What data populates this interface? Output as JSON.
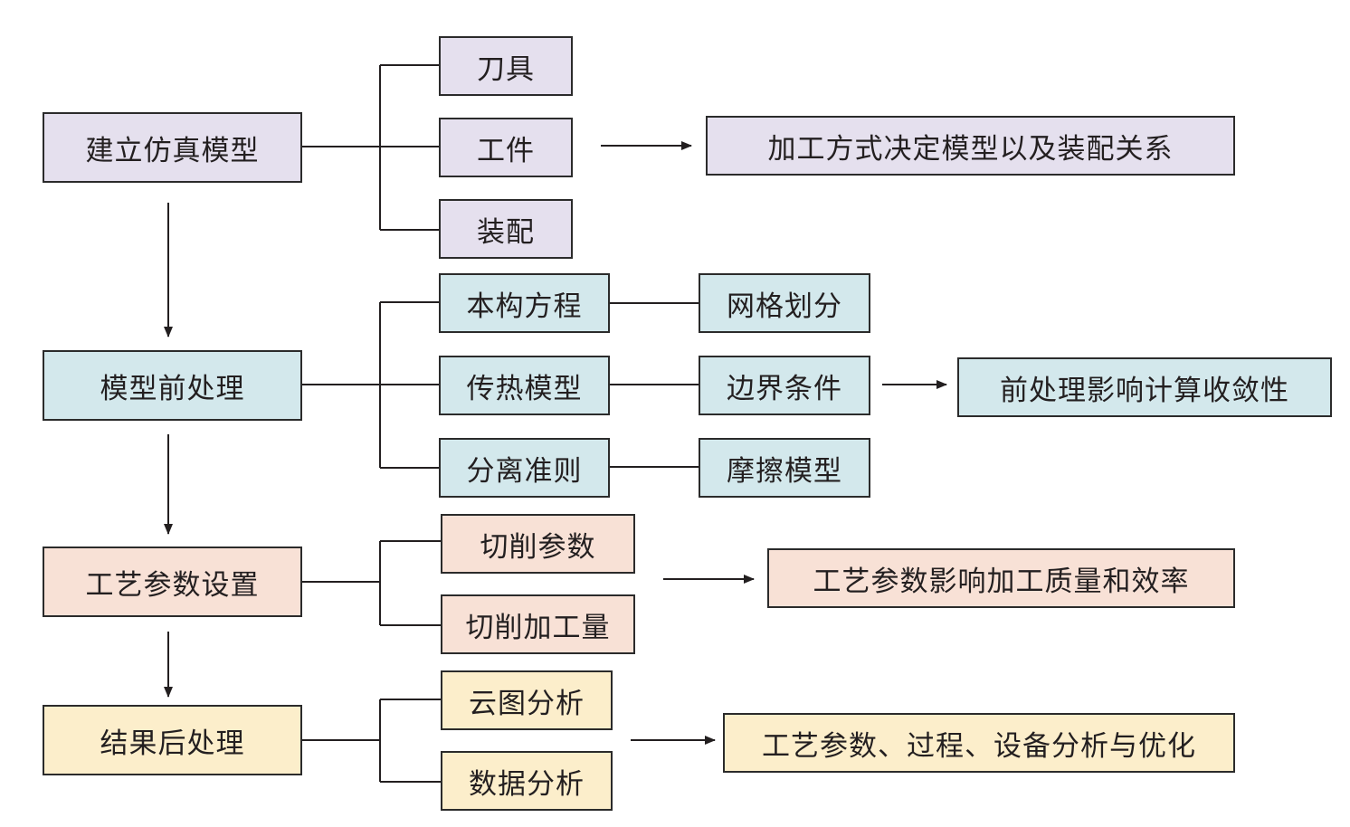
{
  "colors": {
    "stage1": "#e5e0ee",
    "stage2": "#d3e8ec",
    "stage3": "#f8e1d6",
    "stage4": "#fceecb",
    "line": "#231f20"
  },
  "stage1": {
    "main": "建立仿真模型",
    "items": [
      "刀具",
      "工件",
      "装配"
    ],
    "note": "加工方式决定模型以及装配关系"
  },
  "stage2": {
    "main": "模型前处理",
    "items": [
      "本构方程",
      "传热模型",
      "分离准则"
    ],
    "subitems": [
      "网格划分",
      "边界条件",
      "摩擦模型"
    ],
    "note": "前处理影响计算收敛性"
  },
  "stage3": {
    "main": "工艺参数设置",
    "items": [
      "切削参数",
      "切削加工量"
    ],
    "note": "工艺参数影响加工质量和效率"
  },
  "stage4": {
    "main": "结果后处理",
    "items": [
      "云图分析",
      "数据分析"
    ],
    "note": "工艺参数、过程、设备分析与优化"
  }
}
